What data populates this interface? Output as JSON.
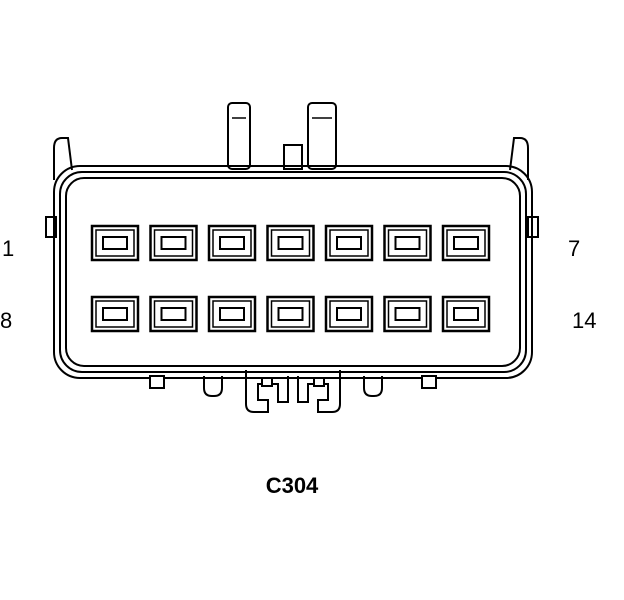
{
  "connector": {
    "name": "C304",
    "pin_count": 14,
    "rows": 2,
    "pins_per_row": 7,
    "labels": {
      "top_left": "1",
      "top_right": "7",
      "bottom_left": "8",
      "bottom_right": "14"
    }
  }
}
